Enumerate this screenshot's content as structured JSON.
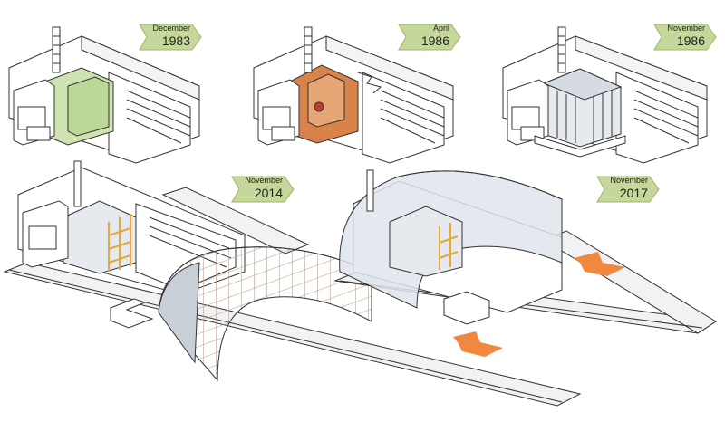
{
  "stages": [
    {
      "month": "December",
      "year": "1983"
    },
    {
      "month": "April",
      "year": "1986"
    },
    {
      "month": "November",
      "year": "1986"
    },
    {
      "month": "November",
      "year": "2014"
    },
    {
      "month": "November",
      "year": "2017"
    }
  ],
  "colors": {
    "tag": "#c5d79a",
    "reactor_1983": "#cfe3b0",
    "reactor_1986": "#d9824a",
    "arrow": "#f0883f",
    "arch_2014": "#c9cfd6",
    "arch_2017": "#dfe4ec",
    "line": "#333333"
  }
}
